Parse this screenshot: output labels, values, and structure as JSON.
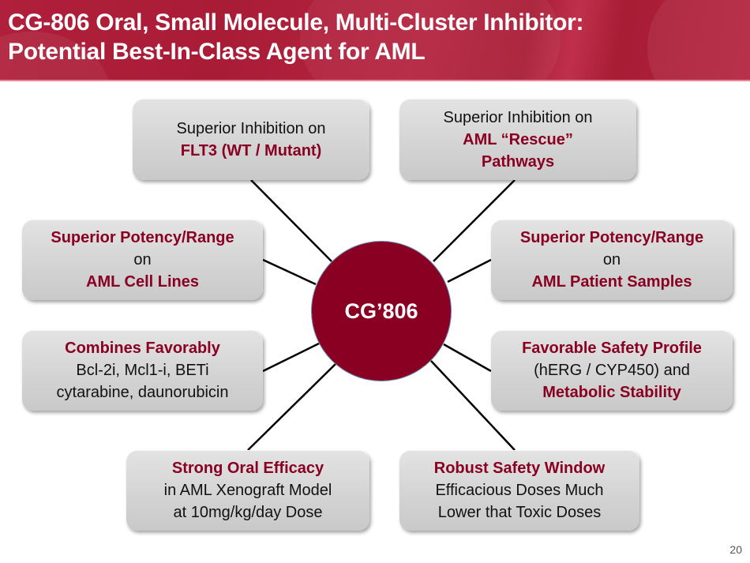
{
  "slide": {
    "title_line1": "CG-806 Oral, Small Molecule, Multi-Cluster Inhibitor:",
    "title_line2": "Potential Best-In-Class Agent for AML",
    "page_number": "20"
  },
  "colors": {
    "header_bg": "#AD1F3A",
    "hub_fill": "#8A0022",
    "highlight_text": "#8A0022",
    "box_fill": "#D4D4D4",
    "connector": "#000000"
  },
  "hub": {
    "label": "CG’806"
  },
  "nodes": [
    {
      "id": "top-left",
      "lines": [
        {
          "text": "Superior Inhibition on",
          "style": "plain"
        },
        {
          "text": "FLT3 (WT / Mutant)",
          "style": "highlight"
        }
      ]
    },
    {
      "id": "top-right",
      "lines": [
        {
          "text": "Superior Inhibition on",
          "style": "plain"
        },
        {
          "text": "AML “Rescue”",
          "style": "highlight"
        },
        {
          "text": "Pathways",
          "style": "highlight"
        }
      ]
    },
    {
      "id": "mid-left",
      "lines": [
        {
          "text": "Superior Potency/Range",
          "style": "highlight"
        },
        {
          "text": "on",
          "style": "plain"
        },
        {
          "text": "AML Cell Lines",
          "style": "highlight"
        }
      ]
    },
    {
      "id": "mid-right",
      "lines": [
        {
          "text": "Superior Potency/Range",
          "style": "highlight"
        },
        {
          "text": "on",
          "style": "plain"
        },
        {
          "text": "AML Patient Samples",
          "style": "highlight"
        }
      ]
    },
    {
      "id": "low-left",
      "lines": [
        {
          "text": "Combines Favorably",
          "style": "highlight"
        },
        {
          "text": "Bcl-2i, Mcl1-i, BETi",
          "style": "plain"
        },
        {
          "text": "cytarabine, daunorubicin",
          "style": "plain"
        }
      ]
    },
    {
      "id": "low-right",
      "lines": [
        {
          "text": "Favorable Safety Profile",
          "style": "highlight"
        },
        {
          "text": "(hERG / CYP450) and",
          "style": "plain"
        },
        {
          "text": "Metabolic Stability",
          "style": "highlight"
        }
      ]
    },
    {
      "id": "bot-left",
      "lines": [
        {
          "text": "Strong Oral Efficacy",
          "style": "highlight"
        },
        {
          "text": "in AML Xenograft Model",
          "style": "plain"
        },
        {
          "text": "at 10mg/kg/day Dose",
          "style": "plain"
        }
      ]
    },
    {
      "id": "bot-right",
      "lines": [
        {
          "text": "Robust Safety Window",
          "style": "highlight"
        },
        {
          "text": "Efficacious Doses Much",
          "style": "plain"
        },
        {
          "text": "Lower that Toxic Doses",
          "style": "plain"
        }
      ]
    }
  ]
}
